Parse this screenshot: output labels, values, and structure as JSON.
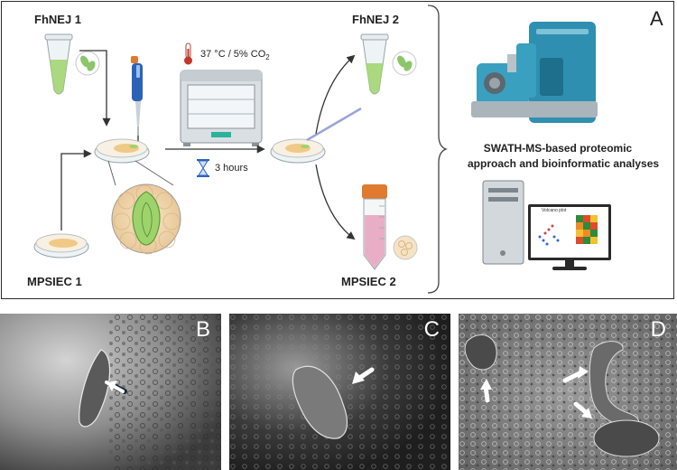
{
  "panel_a": {
    "letter": "A",
    "fhnej1": "FhNEJ 1",
    "fhnej2": "FhNEJ 2",
    "mpsiec1": "MPSIEC 1",
    "mpsiec2": "MPSIEC 2",
    "incubation": "37 °C / 5% CO",
    "incubation_sub": "2",
    "duration": "3 hours",
    "analysis_line1": "SWATH-MS-based proteomic",
    "analysis_line2": "approach and bioinformatic analyses",
    "monitor_title": "Volcano plot"
  },
  "photos": [
    {
      "letter": "B"
    },
    {
      "letter": "C"
    },
    {
      "letter": "D"
    }
  ],
  "colors": {
    "tube_green": "#9ed36b",
    "tube_pink": "#e8a6c0",
    "cap_orange": "#e07a2e",
    "ms_teal": "#2f8fb0",
    "pipette_blue": "#2c63b8",
    "arrow": "#333333"
  }
}
